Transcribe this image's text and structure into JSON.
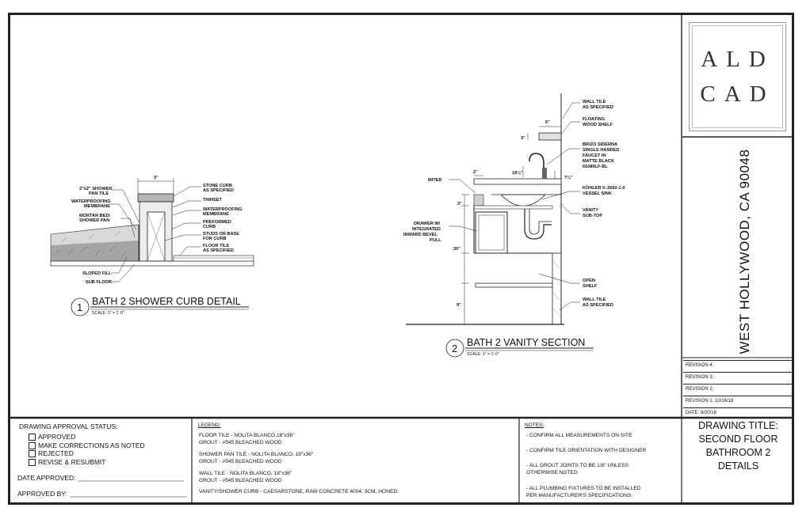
{
  "logo": {
    "line1": "ALD",
    "line2": "CAD"
  },
  "address": "WEST HOLLYWOOD, CA 90048",
  "revisions": [
    "REVISION 4:",
    "REVISION 3:",
    "REVISION 2:",
    "REVISION 1: 10/16/18",
    "DATE: 9/20/18"
  ],
  "drawing_title": [
    "DRAWING TITLE:",
    "SECOND FLOOR",
    "BATHROOM 2",
    "DETAILS"
  ],
  "approval": {
    "heading": "DRAWING APPROVAL STATUS:",
    "options": [
      "APPROVED",
      "MAKE CORRECTIONS AS NOTED",
      "REJECTED",
      "REVISE & RESUBMIT"
    ],
    "date_label": "DATE APPROVED:",
    "by_label": "APPROVED BY:"
  },
  "legend": {
    "heading": "LEGEND:",
    "items": [
      [
        "FLOOR TILE - NOLITA BLANCO,18\"x36\"",
        "GROUT - #545 BLEACHED WOOD"
      ],
      [
        "SHOWER PAN TILE - NOLITA BLANCO, 18\"x36\"",
        "GROUT - #545 BLEACHED WOOD"
      ],
      [
        "WALL TILE - NOLITA BLANCO, 18\"x36\"",
        "GROUT - #545 BLEACHED WOOD"
      ],
      [
        "VANITY/SHOWER CURB - CAESARSTONE, RAW CONCRETE 4004, 3CM, HONED"
      ]
    ]
  },
  "notes": {
    "heading": "NOTES:",
    "items": [
      [
        "- CONFIRM ALL MEASUREMENTS ON SITE"
      ],
      [
        "- CONFIRM TILE ORIENTATION WITH DESIGNER"
      ],
      [
        "- ALL GROUT JOINTS TO BE 1/8\" UNLESS",
        "  OTHERWISE NOTED"
      ],
      [
        "-  ALL PLUMBING FIXTURES TO BE INSTALLED",
        "  PER MANUFACTURER'S SPECIFICATIONS"
      ]
    ]
  },
  "detail1": {
    "number": "1",
    "title": "BATH 2 SHOWER CURB DETAIL",
    "scale": "SCALE: 3\" = 1'-0\"",
    "dim": "3\"",
    "labels_left": [
      "2\"x2\" SHOWER",
      "PAN TILE",
      "WATERPROOFING",
      "MEMBRANE",
      "MORTAR BED/",
      "SHOWER PAN"
    ],
    "labels_right": [
      "STONE CURB",
      "AS SPECIFIED",
      "THINSET",
      "WATERPROOFING",
      "MEMBRANE",
      "PREFORMED",
      "CURB",
      "STUDS OR BASE",
      "FOR CURB",
      "FLOOR TILE",
      "AS SPECIFIED"
    ],
    "labels_bottom": [
      "SLOPED FILL",
      "SUB FLOOR"
    ]
  },
  "detail2": {
    "number": "2",
    "title": "BATH 2 VANITY SECTION",
    "scale": "SCALE: 1\" = 1'-0\"",
    "labels_right": [
      "WALL TILE",
      "AS SPECIFIED",
      "FLOATING",
      "WOOD SHELF",
      "BRIZO SIDERNA",
      "SINGLE HANDED",
      "FAUCET IN",
      "MATTE BLACK",
      "65080LF-BL",
      "KOHLER K-2660-1-0",
      "VESSEL SINK",
      "VANITY",
      "SUB-TOP",
      "OPEN",
      "SHELF",
      "WALL TILE",
      "AS SPECIFIED"
    ],
    "labels_left": [
      "MITER",
      "DRAWER W/",
      "INTEGRATED",
      "INWARD BEVEL",
      "PULL"
    ],
    "dims": [
      "6\"",
      "3\"",
      "2\"",
      "18⅛\"",
      "7⅛\"",
      "3\"",
      "20\"",
      "9\""
    ]
  }
}
